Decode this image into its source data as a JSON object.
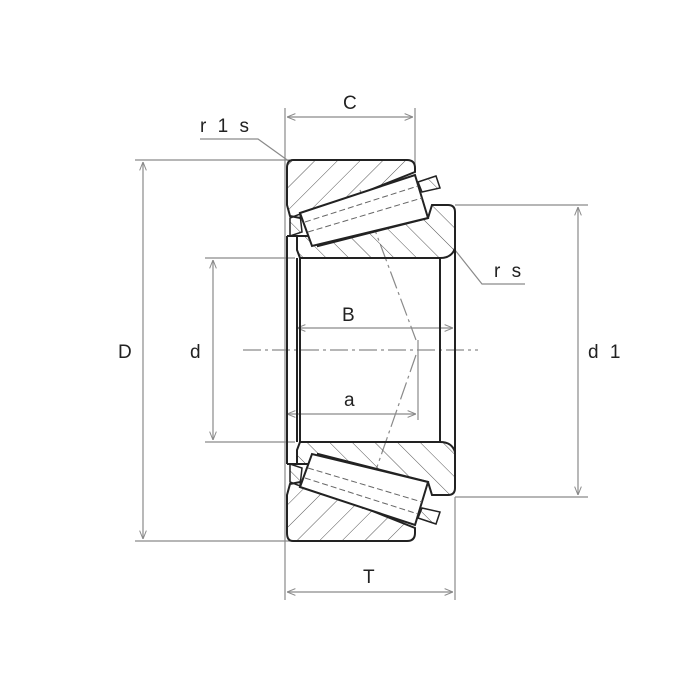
{
  "diagram": {
    "title": "Tapered roller bearing cross-section",
    "labels": {
      "C": "C",
      "r1s": "r 1 s",
      "rs": "r s",
      "D": "D",
      "d": "d",
      "d1": "d 1",
      "B": "B",
      "a": "a",
      "T": "T"
    },
    "colors": {
      "outline": "#222222",
      "dimension": "#8a8a8a",
      "hatch": "#555555",
      "background": "#ffffff"
    }
  }
}
